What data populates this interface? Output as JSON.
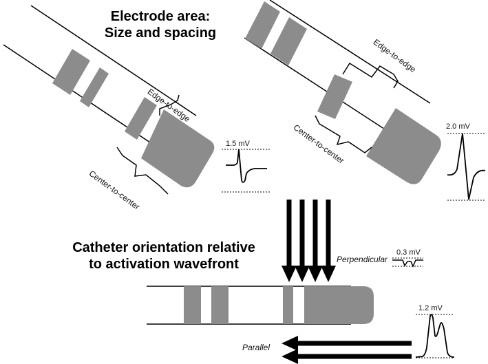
{
  "titles": {
    "electrode_area_line1": "Electrode area:",
    "electrode_area_line2": "Size and spacing",
    "orientation_line1": "Catheter orientation relative",
    "orientation_line2": "to activation wavefront"
  },
  "left_catheter": {
    "edge_label": "Edge-to-edge",
    "center_label": "Center-to-center",
    "amplitude": "1.5 mV"
  },
  "right_catheter": {
    "edge_label": "Edge-to-edge",
    "center_label": "Center-to-center",
    "amplitude": "2.0 mV"
  },
  "wavefront": {
    "perpendicular_label": "Perpendicular",
    "perpendicular_amplitude": "0.3 mV",
    "parallel_label": "Parallel",
    "parallel_amplitude": "1.2 mV"
  },
  "colors": {
    "electrode": "#8c8c8c",
    "outline": "#000000",
    "background": "#ffffff"
  }
}
